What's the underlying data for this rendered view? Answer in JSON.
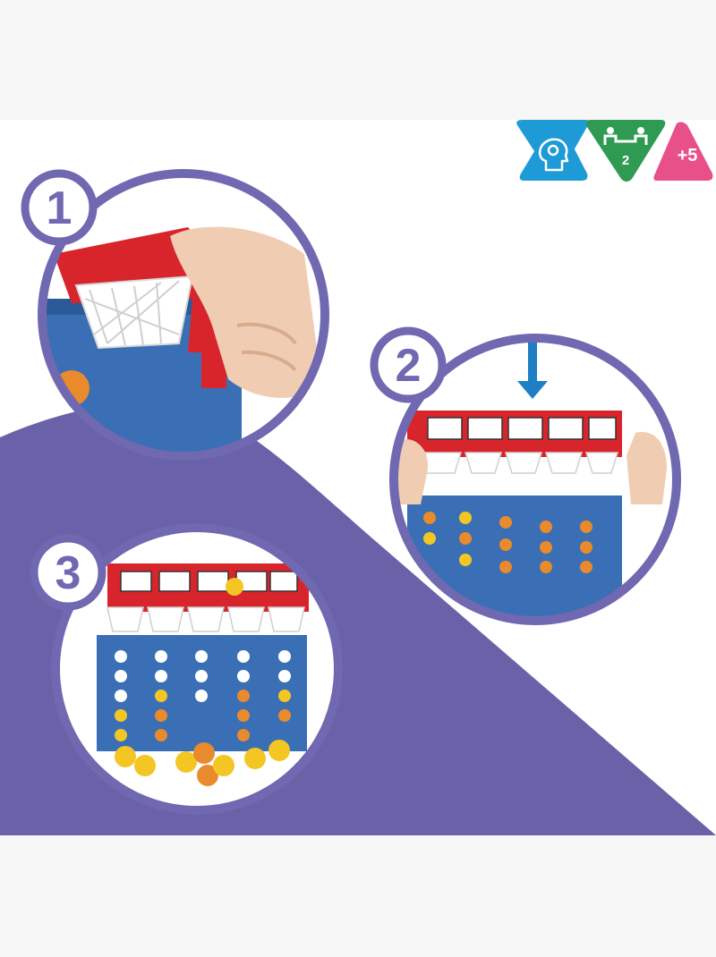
{
  "colors": {
    "purple": "#6a62a8",
    "ring": "#7068b0",
    "blue": "#3a6fb5",
    "red": "#d8252b",
    "yellow": "#f3c623",
    "orange": "#e98a2c",
    "badge_blue": "#1e9ad6",
    "badge_green": "#2e9a52",
    "badge_pink": "#e8508a"
  },
  "badges": [
    {
      "icon": "brain-gear-icon",
      "label": ""
    },
    {
      "icon": "two-players-icon",
      "label": "2"
    },
    {
      "icon": "age-icon",
      "label": "+5"
    }
  ],
  "steps": [
    {
      "number": "1"
    },
    {
      "number": "2"
    },
    {
      "number": "3"
    }
  ]
}
